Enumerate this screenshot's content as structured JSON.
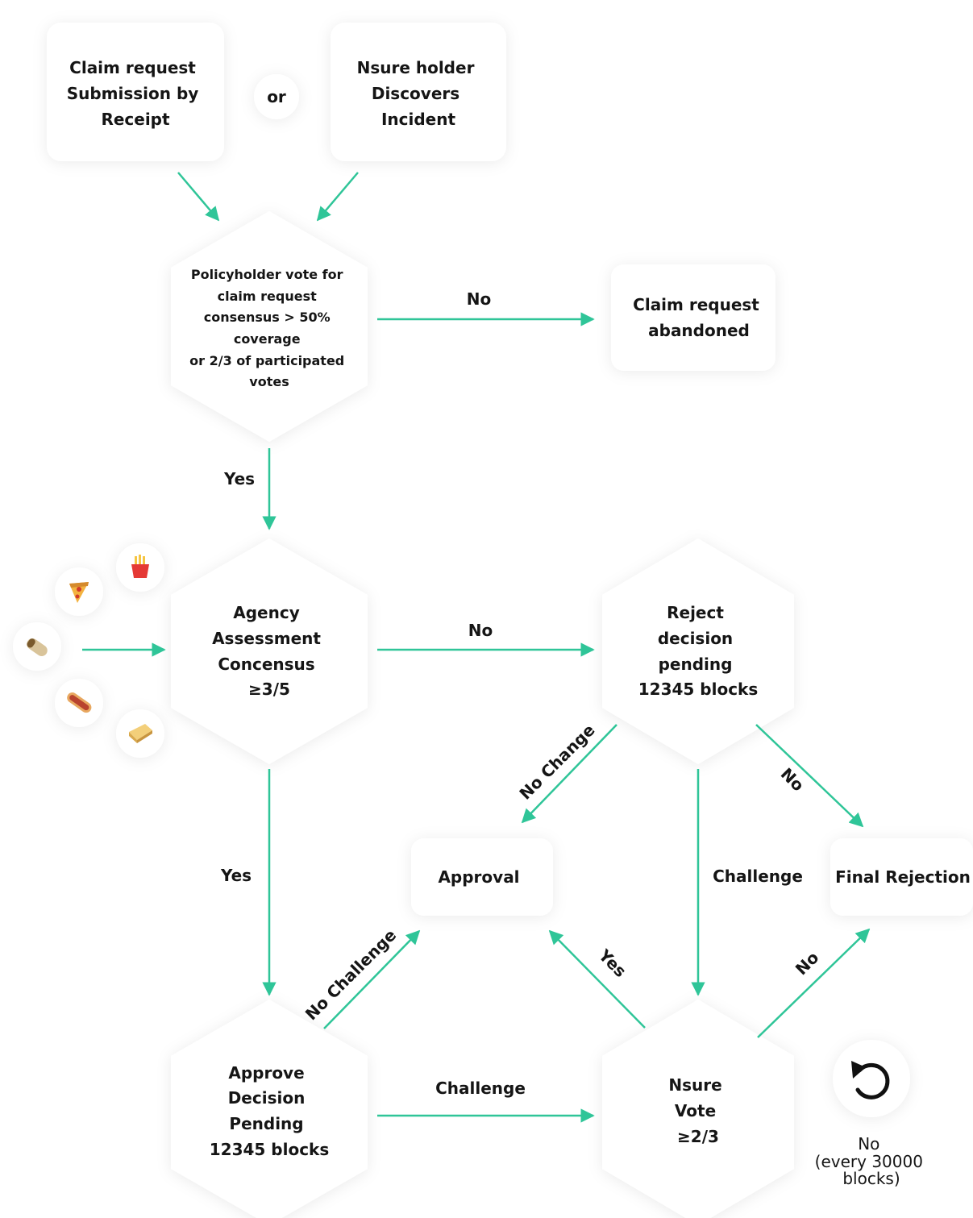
{
  "nodes": {
    "claim_submission": [
      "Claim request",
      "Submission by",
      "Receipt"
    ],
    "or_label": "or",
    "holder_discovers": [
      "Nsure holder",
      "Discovers",
      "Incident"
    ],
    "policyholder_vote": [
      "Policyholder vote for",
      "claim request",
      "consensus > 50%",
      "coverage",
      "or 2/3 of participated",
      "votes"
    ],
    "claim_abandoned": [
      "Claim request",
      "abandoned"
    ],
    "agency_assessment": [
      "Agency",
      "Assessment",
      "Concensus",
      "≥3/5"
    ],
    "reject_pending": [
      "Reject",
      "decision",
      "pending",
      "12345 blocks"
    ],
    "approval": "Approval",
    "final_rejection": "Final Rejection",
    "approve_pending": [
      "Approve",
      "Decision",
      "Pending",
      "12345 blocks"
    ],
    "nsure_vote": [
      "Nsure",
      "Vote",
      "≥2/3"
    ],
    "retry_label": [
      "No",
      "(every 30000",
      "blocks)"
    ]
  },
  "edges": {
    "vote_no": "No",
    "vote_yes": "Yes",
    "agency_no": "No",
    "agency_yes": "Yes",
    "reject_no_change": "No Change",
    "reject_challenge": "Challenge",
    "reject_no": "No",
    "approve_no_challenge": "No Challenge",
    "approve_challenge": "Challenge",
    "nsure_yes": "Yes",
    "nsure_no": "No"
  },
  "icons": [
    "fries-icon",
    "pizza-icon",
    "burrito-icon",
    "hotdog-icon",
    "sandwich-icon",
    "refresh-icon"
  ],
  "colors": {
    "arrow": "#2fc598",
    "text": "#151515",
    "background": "#ffffff"
  }
}
